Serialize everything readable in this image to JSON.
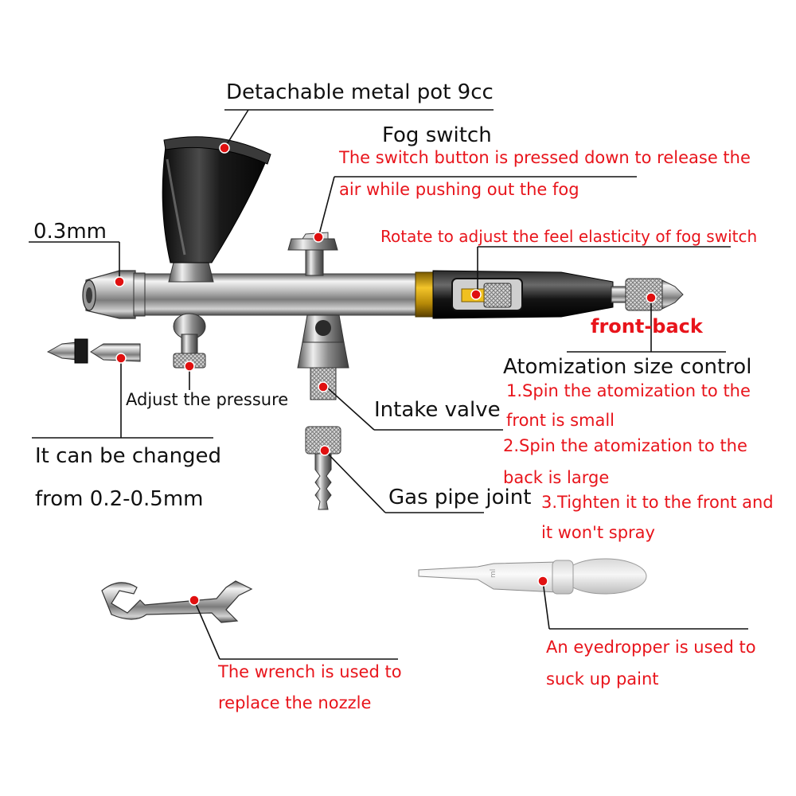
{
  "labels": {
    "pot": "Detachable metal pot 9cc",
    "fog_switch": "Fog switch",
    "fog_desc_1": "The switch button is pressed down to release the",
    "fog_desc_2": "air while pushing out the fog",
    "rotate": "Rotate to adjust the feel elasticity of fog switch",
    "nozzle_size": "0.3mm",
    "front_back": "front-back",
    "atomization_title": "Atomization size control",
    "atom_1a": "1.Spin the atomization to the",
    "atom_1b": "front is small",
    "atom_2a": "2.Spin the atomization to the",
    "atom_2b": "back is large",
    "atom_3a": "3.Tighten it to the front and",
    "atom_3b": "it won't spray",
    "pressure": "Adjust the pressure",
    "intake": "Intake valve",
    "changed_1": "It can be changed",
    "changed_2": "from 0.2-0.5mm",
    "gas_pipe": "Gas pipe joint",
    "wrench_1": "The wrench is used to",
    "wrench_2": "replace the nozzle",
    "dropper_1": "An eyedropper is used to",
    "dropper_2": "suck up paint"
  },
  "colors": {
    "annotation_red": "#e8141b",
    "text_black": "#111111",
    "marker_red": "#e01010",
    "gold_band": "#d4a010"
  }
}
